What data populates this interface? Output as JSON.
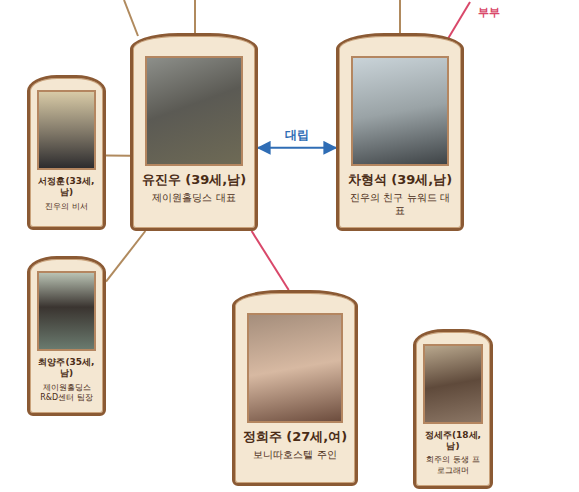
{
  "diagram": {
    "nodes": [
      {
        "text": [
          "유진우 (39세,남)",
          "제이원홀딩스 대표"
        ]
      },
      {
        "text": [
          "차형석 (39세,남)",
          "진우의 친구 뉴워드 대표"
        ]
      },
      {
        "text": [
          "서정훈(33세,남)",
          "진우의 비서"
        ]
      },
      {
        "text": [
          "최양주(35세,남)",
          "제이원홀딩스 R&D센터 팀장"
        ]
      },
      {
        "text": [
          "정희주 (27세,여)",
          "보니따호스텔 주인"
        ]
      },
      {
        "text": [
          "정세주(18세,남)",
          "희주의 동생 프로그래머"
        ]
      }
    ],
    "edges": [
      {
        "from": 0,
        "to": 1,
        "label": "대립",
        "arrow": "both"
      },
      {
        "from": 0,
        "to": 2,
        "arrow": "none"
      },
      {
        "from": 0,
        "to": 3,
        "arrow": "none"
      },
      {
        "from": 0,
        "to": 4,
        "arrow": "none"
      }
    ],
    "labels": [
      "부부"
    ]
  }
}
